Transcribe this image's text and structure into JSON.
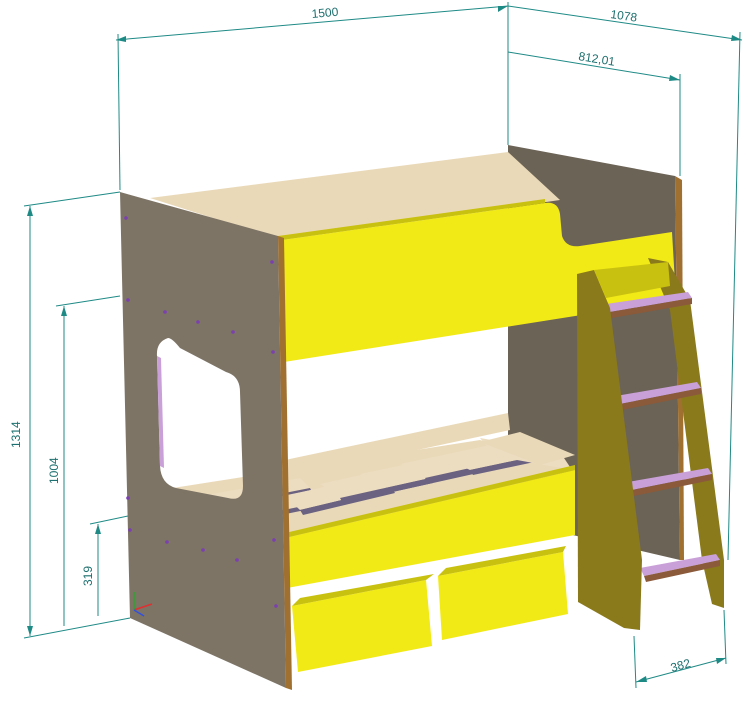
{
  "dimensions": {
    "total_width": "1500",
    "total_depth": "1078",
    "inner_depth": "812,01",
    "total_height": "1314",
    "upper_bed_height": "1004",
    "lower_bed_height": "319",
    "ladder_depth": "382"
  },
  "colors": {
    "background": "#ffffff",
    "dimension_line": "#1e8a86",
    "panel_wood": "#7d7466",
    "panel_wood_dark": "#6b6356",
    "panel_edge": "#a07030",
    "yellow": "#f2ea16",
    "yellow_dark": "#c9c10f",
    "plywood": "#ead9b8",
    "slat": "#ecdcc0",
    "slat_gap": "#6a6280",
    "ladder": "#8a7a1c",
    "step_top": "#c9a0d8",
    "step_front": "#8a5a3a",
    "bolt": "#7a3fb0"
  }
}
